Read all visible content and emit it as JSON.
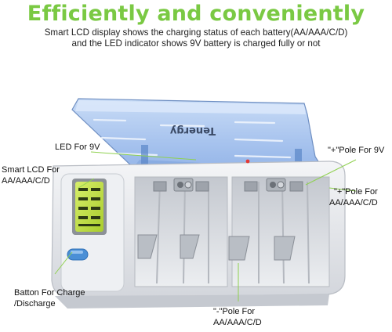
{
  "headline": {
    "text": "Efficiently and conveniently",
    "color": "#7ac943"
  },
  "subtitle": {
    "line1": "Smart LCD display shows the charging status of each battery(AA/AAA/C/D)",
    "line2": "and the LED indicator shows 9V battery is charged fully or not"
  },
  "device": {
    "brand": "Tenergy",
    "colors": {
      "body": "#e6e8ec",
      "lid": "#a8c4ee",
      "lcd": "#c8e64a",
      "button": "#4a8fd6",
      "callout_line": "#8fd14f"
    },
    "lcd_icons": [
      "battery-bars-icon",
      "battery-bars-icon",
      "battery-bars-icon",
      "battery-bars-icon"
    ]
  },
  "callouts": {
    "led_9v": "LED For 9V",
    "smart_lcd_line1": "Smart LCD For",
    "smart_lcd_line2": "AA/AAA/C/D",
    "batton_line1": "Batton For Charge",
    "batton_line2": "/Discharge",
    "plus_9v": "\"+\"Pole For 9V",
    "plus_aa_line1": "\"+\"Pole For",
    "plus_aa_line2": "AA/AAA/C/D",
    "minus_aa_line1": "\"-\"Pole For",
    "minus_aa_line2": "AA/AAA/C/D"
  }
}
